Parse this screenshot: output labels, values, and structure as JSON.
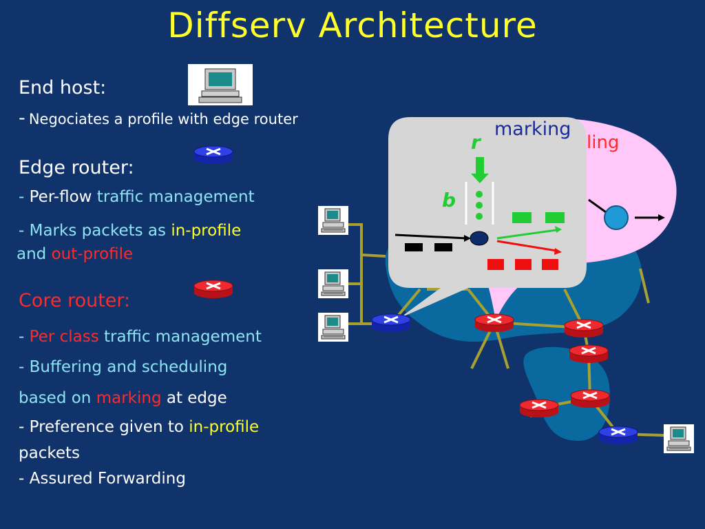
{
  "slide": {
    "title": "Diffserv Architecture",
    "end_host": {
      "heading": "End host:",
      "dash": "-",
      "detail": "Negociates a profile with edge router"
    },
    "edge_router": {
      "heading": "Edge router:",
      "line1": {
        "dash": "- ",
        "a": "Per-flow",
        "b": "traffic management"
      },
      "line2": {
        "a": "- Marks packets as",
        "b": "in-profile"
      },
      "line3": {
        "a": "and",
        "b": "out-profile"
      }
    },
    "core_router": {
      "heading": "Core router:",
      "line1": {
        "dash": "- ",
        "a": "Per class",
        "b": "traffic management"
      },
      "line2": "- Buffering and scheduling",
      "line3": {
        "a": "based on",
        "b": "marking",
        "c": "at edge"
      },
      "line4": {
        "a": "- Preference given to",
        "b": "in-profile"
      },
      "line5": "packets",
      "line6": "- Assured Forwarding"
    },
    "callout_edge": {
      "label": "marking",
      "rate": "r",
      "bucket": "b"
    },
    "callout_core": {
      "label": "ling"
    }
  },
  "colors": {
    "background": "#11336b",
    "title": "#ffff2a",
    "highlight_yellow": "#ffff2a",
    "highlight_red": "#ff2a2a",
    "highlight_cyan": "#8fe4f4",
    "edge_router": "#1e2ed8",
    "core_router": "#e8202a",
    "link": "#a8a030",
    "region": "#0a6aa0"
  },
  "icons": {
    "host": "desktop-computer-icon",
    "edge_router": "edge-router-icon",
    "core_router": "core-router-icon"
  }
}
